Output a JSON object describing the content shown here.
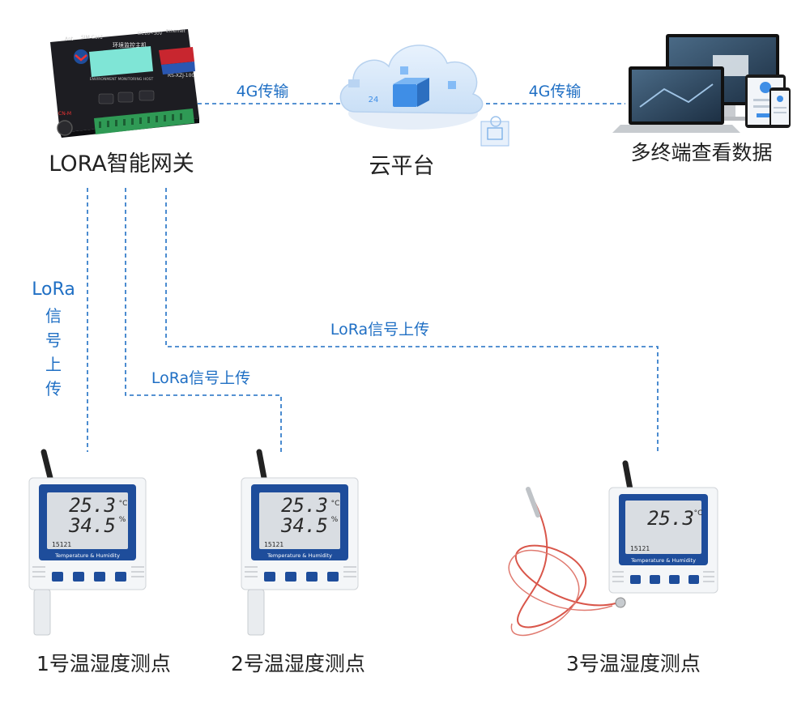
{
  "nodes": {
    "gateway": {
      "label": "LORA智能网关",
      "screen_text": "环境监控主机",
      "model": "RS-XZJ-100",
      "sub_text": "ENVIRONMENT MONITORING HOST",
      "top_labels": [
        "Ant",
        "SIM Card",
        "DC10~30V",
        "Ethernet"
      ],
      "corner_label": "CN-M"
    },
    "cloud": {
      "label": "云平台",
      "badge": "24"
    },
    "terminals": {
      "label": "多终端查看数据"
    }
  },
  "links": {
    "gateway_cloud": "4G传输",
    "cloud_terminals": "4G传输",
    "sensor1_vertical": [
      "LoRa",
      "信",
      "号",
      "上",
      "传"
    ],
    "sensor2": "LoRa信号上传",
    "sensor3": "LoRa信号上传"
  },
  "sensors": [
    {
      "label": "1号温湿度测点",
      "temp": "25.3",
      "hum": "34.5",
      "temp_unit": "°C",
      "hum_unit": "%",
      "code": "15121",
      "caption": "Temperature & Humidity"
    },
    {
      "label": "2号温湿度测点",
      "temp": "25.3",
      "hum": "34.5",
      "temp_unit": "°C",
      "hum_unit": "%",
      "code": "15121",
      "caption": "Temperature & Humidity"
    },
    {
      "label": "3号温湿度测点",
      "temp": "25.3",
      "temp_unit": "°C",
      "code": "15121",
      "caption": "Temperature & Humidity"
    }
  ],
  "colors": {
    "link_blue": "#1f6fc4",
    "device_white": "#f4f6f8",
    "device_blue": "#1e4d9b",
    "lcd": "#d9dde2",
    "gateway_body": "#1d1d22",
    "terminal_green": "#2f9a55",
    "probe_cable": "#d9564a"
  },
  "icons": [
    "antenna-icon",
    "up-button-icon",
    "down-button-icon",
    "home-button-icon",
    "ok-button-icon",
    "cloud-icon",
    "laptop-icon",
    "monitor-icon",
    "tablet-icon",
    "phone-icon"
  ]
}
